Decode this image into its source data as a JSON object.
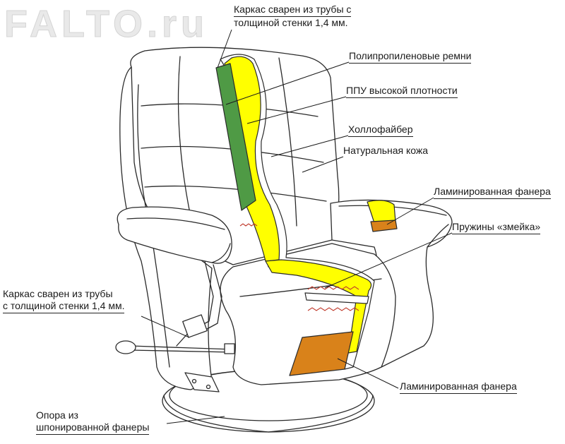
{
  "watermark": "FALTO.ru",
  "colors": {
    "foam": "#ffff00",
    "frame": "#4f9a45",
    "plywood": "#d9821a",
    "line": "#2a2a2a",
    "spring": "#c0392b"
  },
  "labels": {
    "frame_top_line1": "Каркас сварен из трубы с",
    "frame_top_line2": "толщиной стенки 1,4 мм.",
    "belts": "Полипропиленовые ремни",
    "foam": "ППУ высокой плотности",
    "hollofiber": "Холлофайбер",
    "leather": "Натуральная кожа",
    "plywood_arm": "Ламинированная фанера",
    "springs": "Пружины «змейка»",
    "frame_left_line1": "Каркас сварен из трубы",
    "frame_left_line2": "с толщиной стенки 1,4 мм.",
    "plywood_seat": "Ламинированная фанера",
    "base_line1": "Опора из",
    "base_line2": "шпонированной фанеры"
  }
}
